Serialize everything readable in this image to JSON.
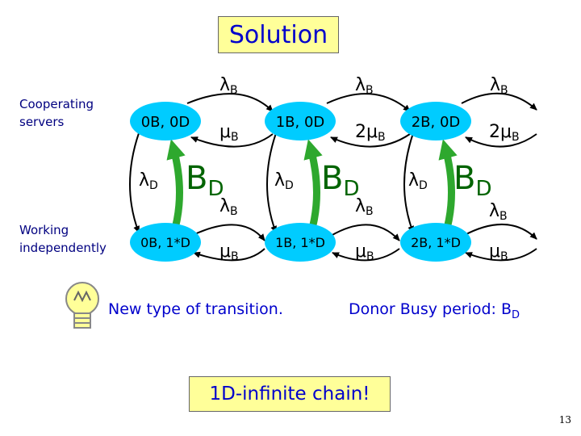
{
  "title": "Solution",
  "row_labels": {
    "cooperating_line1": "Cooperating",
    "cooperating_line2": "servers",
    "working_line1": "Working",
    "working_line2": "independently"
  },
  "states": {
    "top": [
      "0B, 0D",
      "1B, 0D",
      "2B, 0D"
    ],
    "bottom": [
      "0B, 1*D",
      "1B, 1*D",
      "2B, 1*D"
    ]
  },
  "rates": {
    "lambda_B": "λ",
    "lambda_B_sub": "B",
    "mu_B": "μ",
    "mu_B_sub": "B",
    "two_mu_B": "2μ",
    "two_mu_B_sub": "B",
    "lambda_D": "λ",
    "lambda_D_sub": "D",
    "busy_period": "B",
    "busy_period_sub": "D"
  },
  "notes": {
    "transition": "New type of transition.",
    "donor_busy": "Donor Busy period: B",
    "donor_busy_sub": "D"
  },
  "bottom_banner": "1D-infinite chain!",
  "page_number": "13",
  "colors": {
    "title_text": "#0000cc",
    "banner_fill": "#ffff99",
    "state_fill": "#00ccff",
    "busy_arrow": "#2ea82e",
    "label_text": "#000080"
  },
  "icons": [
    "lightbulb-icon"
  ]
}
